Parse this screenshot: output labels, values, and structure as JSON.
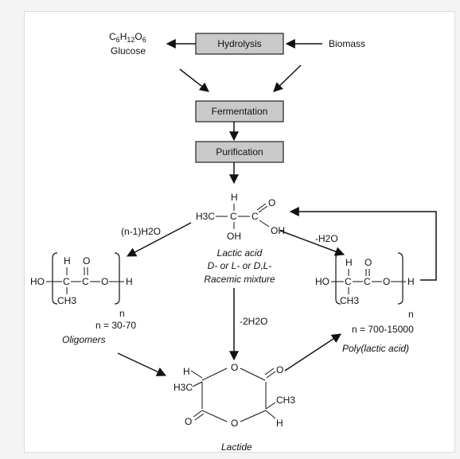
{
  "steps": {
    "hydrolysis": "Hydrolysis",
    "fermentation": "Fermentation",
    "purification": "Purification"
  },
  "glucose": {
    "formula_c": "C",
    "sub6a": "6",
    "formula_h": "H",
    "sub12": "12",
    "formula_o": "O",
    "sub6b": "6",
    "name": "Glucose"
  },
  "biomass": "Biomass",
  "lactic_acid": {
    "h_top": "H",
    "h3c": "H3C",
    "c1": "C",
    "c2": "C",
    "o_dbl": "O",
    "oh_bottom": "OH",
    "oh_right": "OH",
    "caption_1": "Lactic acid",
    "caption_2": "D- or L- or D,L-",
    "caption_3": "Racemic mixture"
  },
  "water_labels": {
    "left": "(n-1)H2O",
    "right": "-H2O",
    "down": "-2H2O"
  },
  "oligomer": {
    "h": "H",
    "o": "O",
    "ho": "HO",
    "c1": "C",
    "c2": "C",
    "o2": "O",
    "h_end": "H",
    "ch3": "CH3",
    "n": "n",
    "range": "n = 30-70",
    "name": "Oligomers"
  },
  "pla": {
    "h": "H",
    "o": "O",
    "ho": "HO",
    "c1": "C",
    "c2": "C",
    "o2": "O",
    "h_end": "H",
    "ch3": "CH3",
    "n": "n",
    "range": "n = 700-15000",
    "name": "Poly(lactic acid)"
  },
  "lactide": {
    "h_tl": "H",
    "h3c": "H3C",
    "o_top": "O",
    "o_dbl_r": "O",
    "o_dbl_l": "O",
    "o_bottom": "O",
    "ch3": "CH3",
    "h_br": "H",
    "name": "Lactide"
  }
}
